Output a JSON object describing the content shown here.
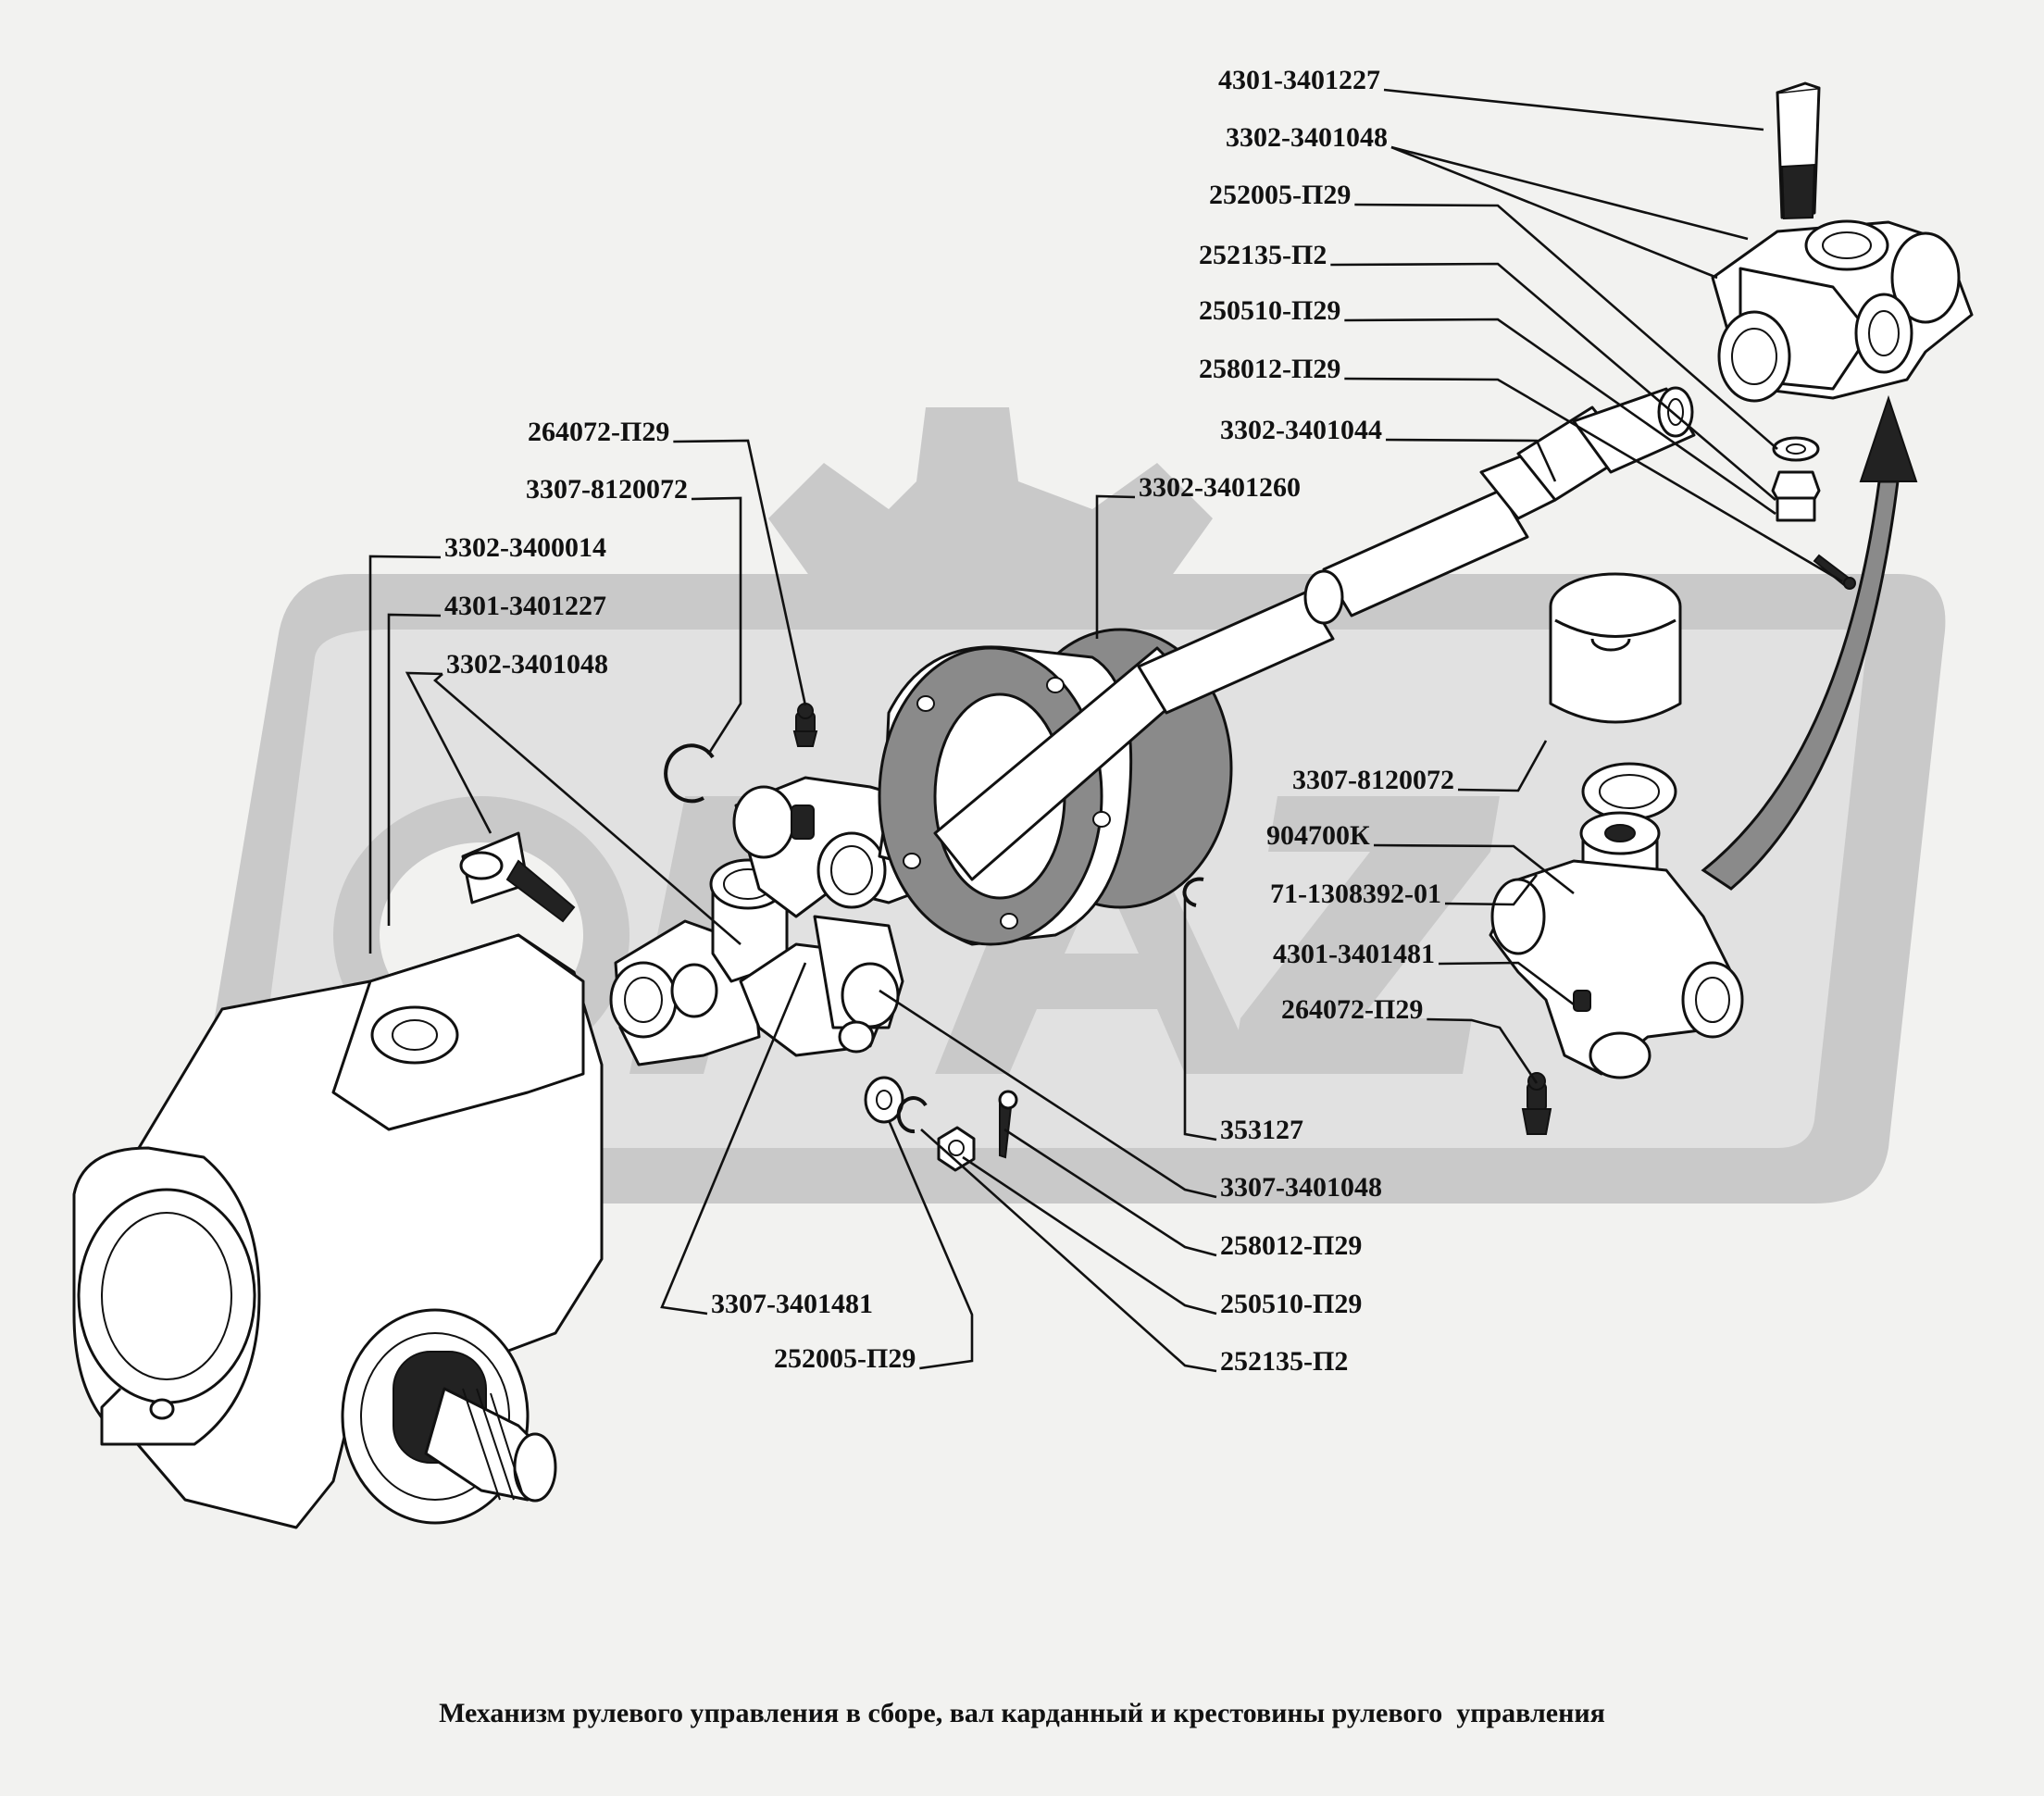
{
  "caption": "Механизм рулевого управления в сборе, вал карданный и крестовины рулевого  управления",
  "watermark_text": "ГАЗ",
  "callouts": [
    {
      "id": "c1",
      "text": "4301-3401227"
    },
    {
      "id": "c2",
      "text": "3302-3401048"
    },
    {
      "id": "c3",
      "text": "252005-П29"
    },
    {
      "id": "c4",
      "text": "252135-П2"
    },
    {
      "id": "c5",
      "text": "250510-П29"
    },
    {
      "id": "c6",
      "text": "258012-П29"
    },
    {
      "id": "c7",
      "text": "3302-3401044"
    },
    {
      "id": "c8",
      "text": "3302-3401260"
    },
    {
      "id": "c9",
      "text": "264072-П29"
    },
    {
      "id": "c10",
      "text": "3307-8120072"
    },
    {
      "id": "c11",
      "text": "3302-3400014"
    },
    {
      "id": "c12",
      "text": "4301-3401227"
    },
    {
      "id": "c13",
      "text": "3302-3401048"
    },
    {
      "id": "c14",
      "text": "3307-8120072"
    },
    {
      "id": "c15",
      "text": "904700К"
    },
    {
      "id": "c16",
      "text": "71-1308392-01"
    },
    {
      "id": "c17",
      "text": "4301-3401481"
    },
    {
      "id": "c18",
      "text": "264072-П29"
    },
    {
      "id": "c19",
      "text": "353127"
    },
    {
      "id": "c20",
      "text": "3307-3401048"
    },
    {
      "id": "c21",
      "text": "258012-П29"
    },
    {
      "id": "c22",
      "text": "250510-П29"
    },
    {
      "id": "c23",
      "text": "252135-П2"
    },
    {
      "id": "c24",
      "text": "3307-3401481"
    },
    {
      "id": "c25",
      "text": "252005-П29"
    }
  ]
}
